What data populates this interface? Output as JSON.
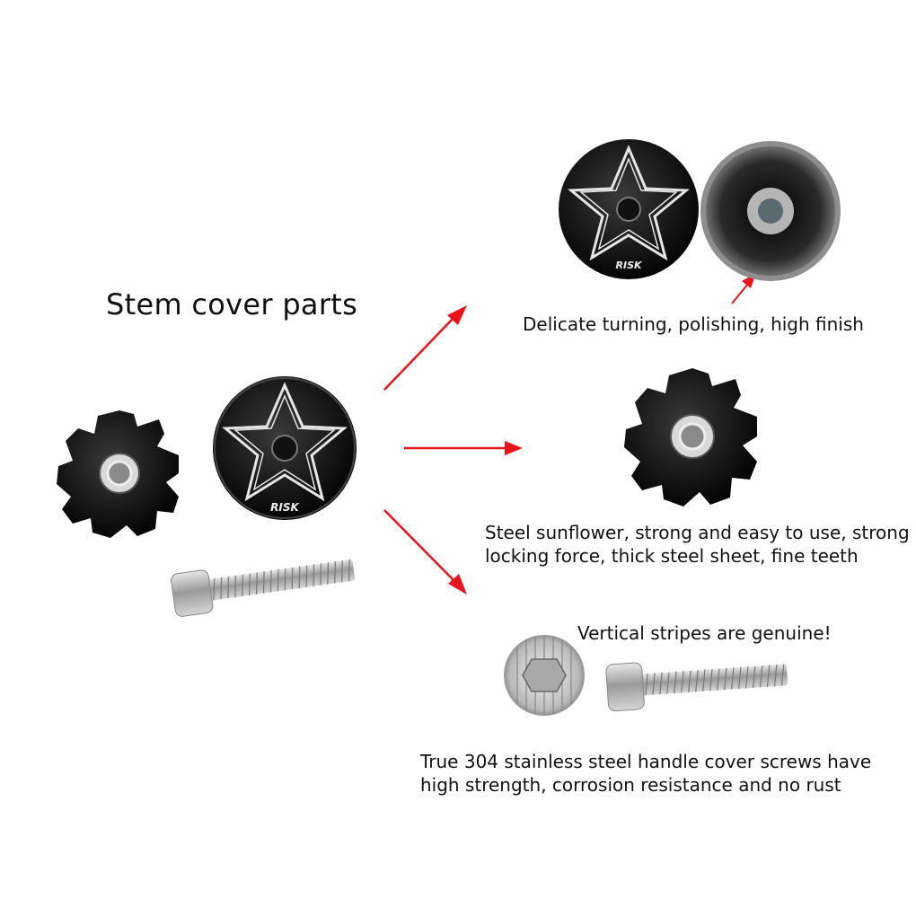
{
  "title": "Stem cover parts",
  "captions": {
    "finish": "Delicate turning, polishing, high finish",
    "sunflower": {
      "line1": "Steel sunflower, strong and easy to use, strong",
      "line2": "locking force, thick steel sheet, fine teeth"
    },
    "stripes": "Vertical stripes are genuine!",
    "screw": {
      "line1": "True 304 stainless steel handle cover screws have",
      "line2": "high strength, corrosion resistance and no rust"
    }
  },
  "brand_logo": "RISK",
  "colors": {
    "arrow": "#e8141b",
    "part_black": "#0e0e0e",
    "steel": "#b7b7b7"
  }
}
